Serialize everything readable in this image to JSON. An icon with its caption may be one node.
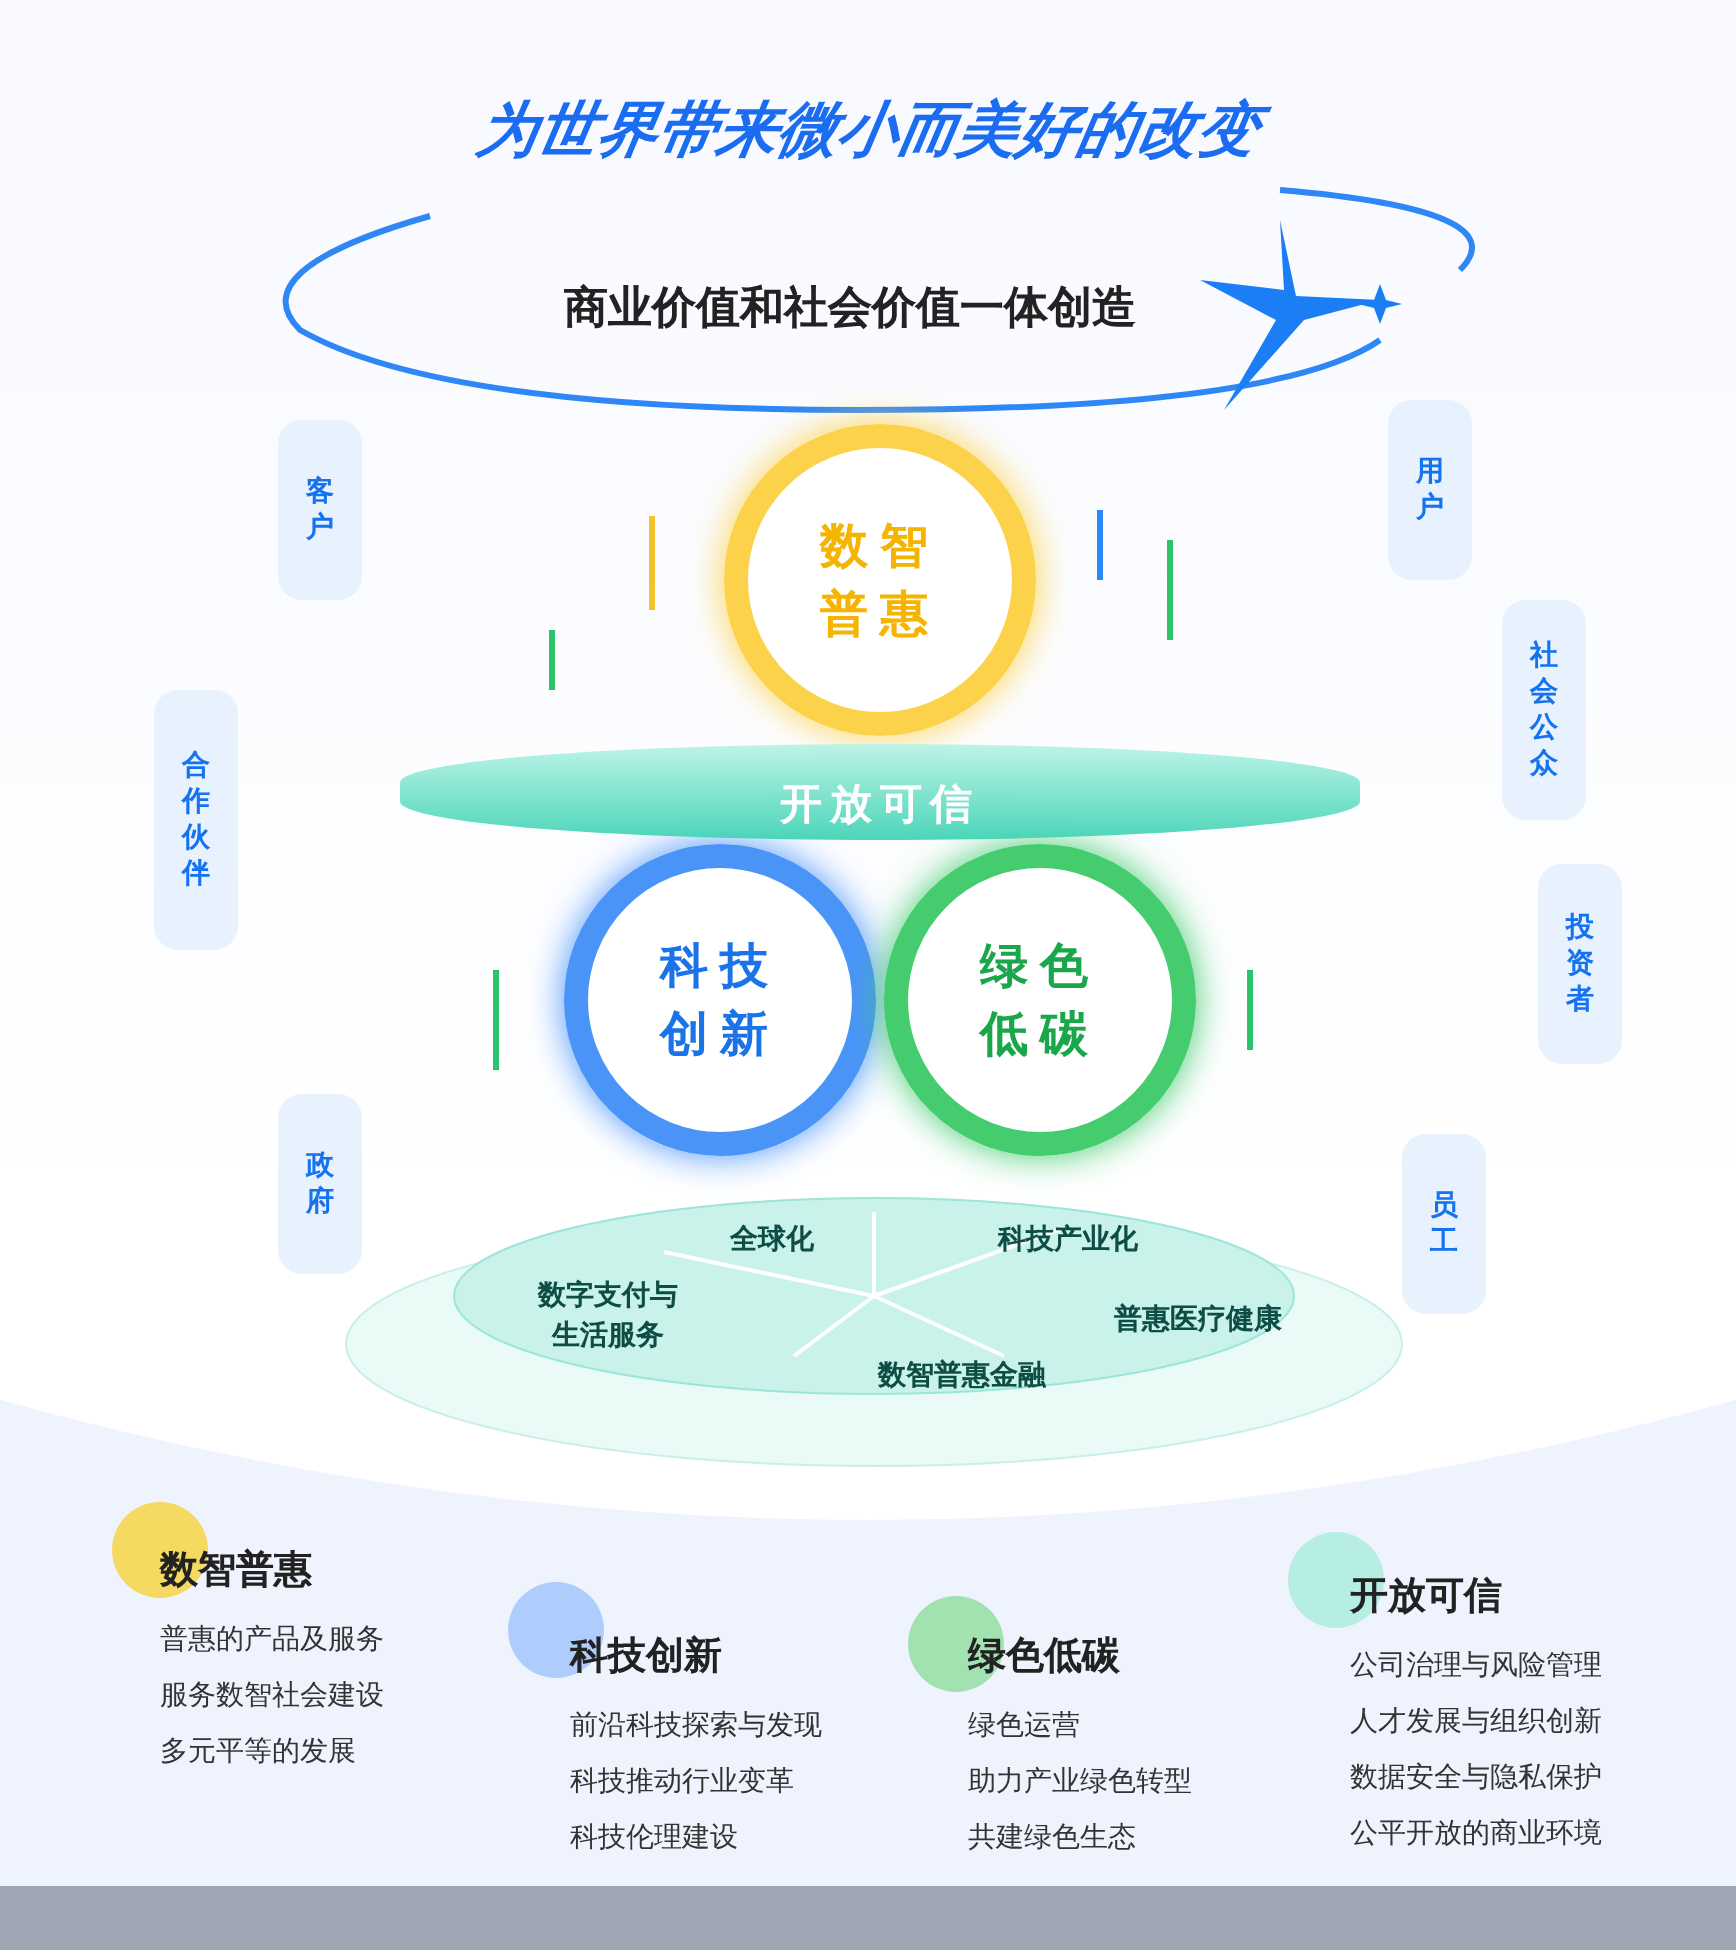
{
  "diagram": {
    "title": "为世界带来微小而美好的改变",
    "nodes": [
      {
        "text": [
          "商业价值和社会价值一体创造"
        ]
      },
      {
        "text": [
          "数智普惠"
        ]
      },
      {
        "text": [
          "开放可信"
        ]
      },
      {
        "text": [
          "科技创新"
        ]
      },
      {
        "text": [
          "绿色低碳"
        ]
      },
      {
        "text": [],
        "shape": "cylinder"
      },
      {
        "text": [
          "全球化"
        ],
        "in": 5
      },
      {
        "text": [
          "科技产业化"
        ],
        "in": 5
      },
      {
        "text": [
          "数字支付与生活服务"
        ],
        "in": 5
      },
      {
        "text": [
          "普惠医疗健康"
        ],
        "in": 5
      },
      {
        "text": [
          "数智普惠金融"
        ],
        "in": 5
      },
      {
        "text": [
          "客户"
        ]
      },
      {
        "text": [
          "合作伙伴"
        ]
      },
      {
        "text": [
          "政府"
        ]
      },
      {
        "text": [
          "用户"
        ]
      },
      {
        "text": [
          "社会公众"
        ]
      },
      {
        "text": [
          "投资者"
        ]
      },
      {
        "text": [
          "员工"
        ]
      },
      {
        "text": [
          "数智普惠",
          "普惠的产品及服务",
          "服务数智社会建设",
          "多元平等的发展"
        ]
      },
      {
        "text": [
          "科技创新",
          "前沿科技探索与发现",
          "科技推动行业变革",
          "科技伦理建设"
        ]
      },
      {
        "text": [
          "绿色低碳",
          "绿色运营",
          "助力产业绿色转型",
          "共建绿色生态"
        ]
      },
      {
        "text": [
          "开放可信",
          "公司治理与风险管理",
          "人才发展与组织创新",
          "数据安全与隐私保护",
          "公平开放的商业环境"
        ]
      }
    ]
  }
}
